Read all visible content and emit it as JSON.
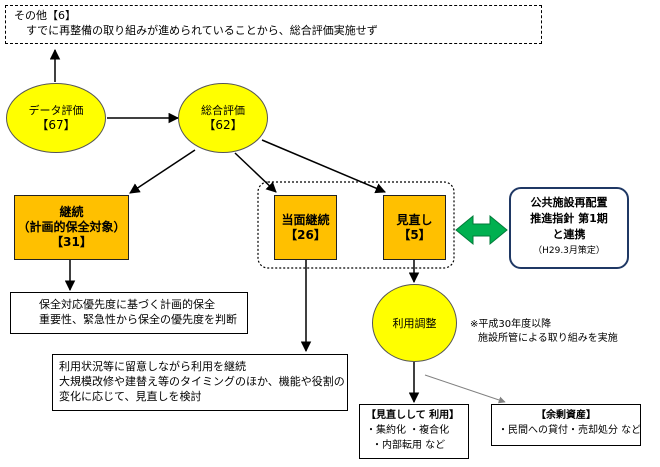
{
  "others_box": {
    "line1": "その他【6】",
    "line2": "すでに再整備の取り組みが進められていることから、総合評価実施せず"
  },
  "data_eval": {
    "label": "データ評価",
    "count": "【67】"
  },
  "total_eval": {
    "label": "総合評価",
    "count": "【62】"
  },
  "continue_box": {
    "line1": "継続",
    "line2": "（計画的保全対象）",
    "line3": "【31】"
  },
  "current_continue_box": {
    "line1": "当面継続",
    "line2": "【26】"
  },
  "review_box": {
    "line1": "見直し",
    "line2": "【5】"
  },
  "public_facility_box": {
    "line1": "公共施設再配置",
    "line2": "推進指針 第1期",
    "line3": "と連携",
    "line4": "（H29.3月策定）"
  },
  "maintenance_box": {
    "line1": "保全対応優先度に基づく計画的保全",
    "line2": "重要性、緊急性から保全の優先度を判断"
  },
  "usage_box": {
    "line1": "利用状況等に留意しながら利用を継続",
    "line2": "大規模改修や建替え等のタイミングのほか、機能や役割の",
    "line3": "変化に応じて、見直しを検討"
  },
  "usage_adjust": {
    "label": "利用調整"
  },
  "note": {
    "line1": "※平成30年度以降",
    "line2": "施設所管による取り組みを実施"
  },
  "review_use_box": {
    "title": "【見直しして 利用】",
    "line1": "・集約化 ・複合化",
    "line2": "・内部転用 など"
  },
  "surplus_box": {
    "title": "【余剰資産】",
    "line1": "・民間への貸付・売却処分 など"
  },
  "colors": {
    "circle_fill": "#ffff00",
    "box_fill": "#ffc000",
    "arrow_green": "#00b050",
    "navy_border": "#1f3864"
  }
}
